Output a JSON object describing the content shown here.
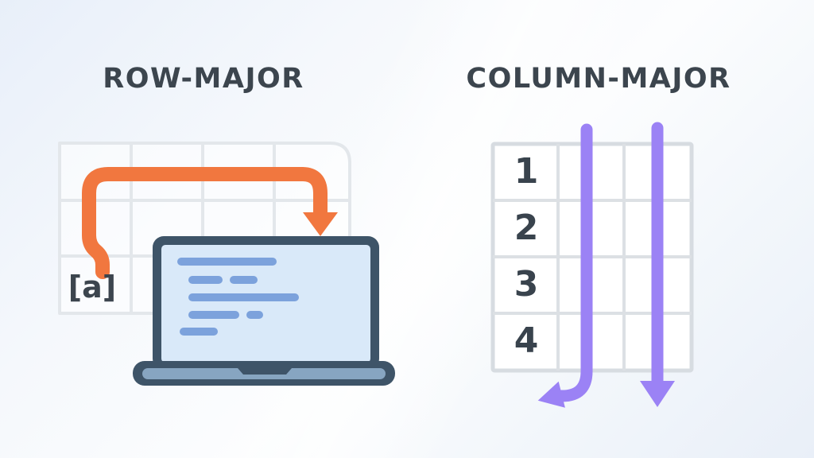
{
  "diagram": {
    "left_panel": {
      "title": "ROW-MAJOR",
      "cell_label": "[a]",
      "grid": {
        "columns": 4,
        "rows": 3
      }
    },
    "right_panel": {
      "title": "COLUMN-MAJOR",
      "row_labels": [
        "1",
        "2",
        "3",
        "4"
      ],
      "grid": {
        "columns": 3,
        "rows": 4
      }
    },
    "icons": {
      "laptop": "laptop-with-code-lines",
      "row_traversal": "orange-right-then-down-arrow",
      "column_traversal_1": "purple-down-hook-left-arrow",
      "column_traversal_2": "purple-down-arrow"
    },
    "colors": {
      "ink": "#3C454E",
      "accent_orange": "#F1773F",
      "accent_purple": "#9B82F5",
      "grid_line_left": "#E3E7EB",
      "grid_line_right": "#DADEE2",
      "laptop_frame": "#3E5468",
      "laptop_screen": "#D9E9F9",
      "laptop_code_line": "#7CA2DC",
      "laptop_base_strip": "#87A5C1",
      "background_tint": "#ECF2F9"
    }
  }
}
